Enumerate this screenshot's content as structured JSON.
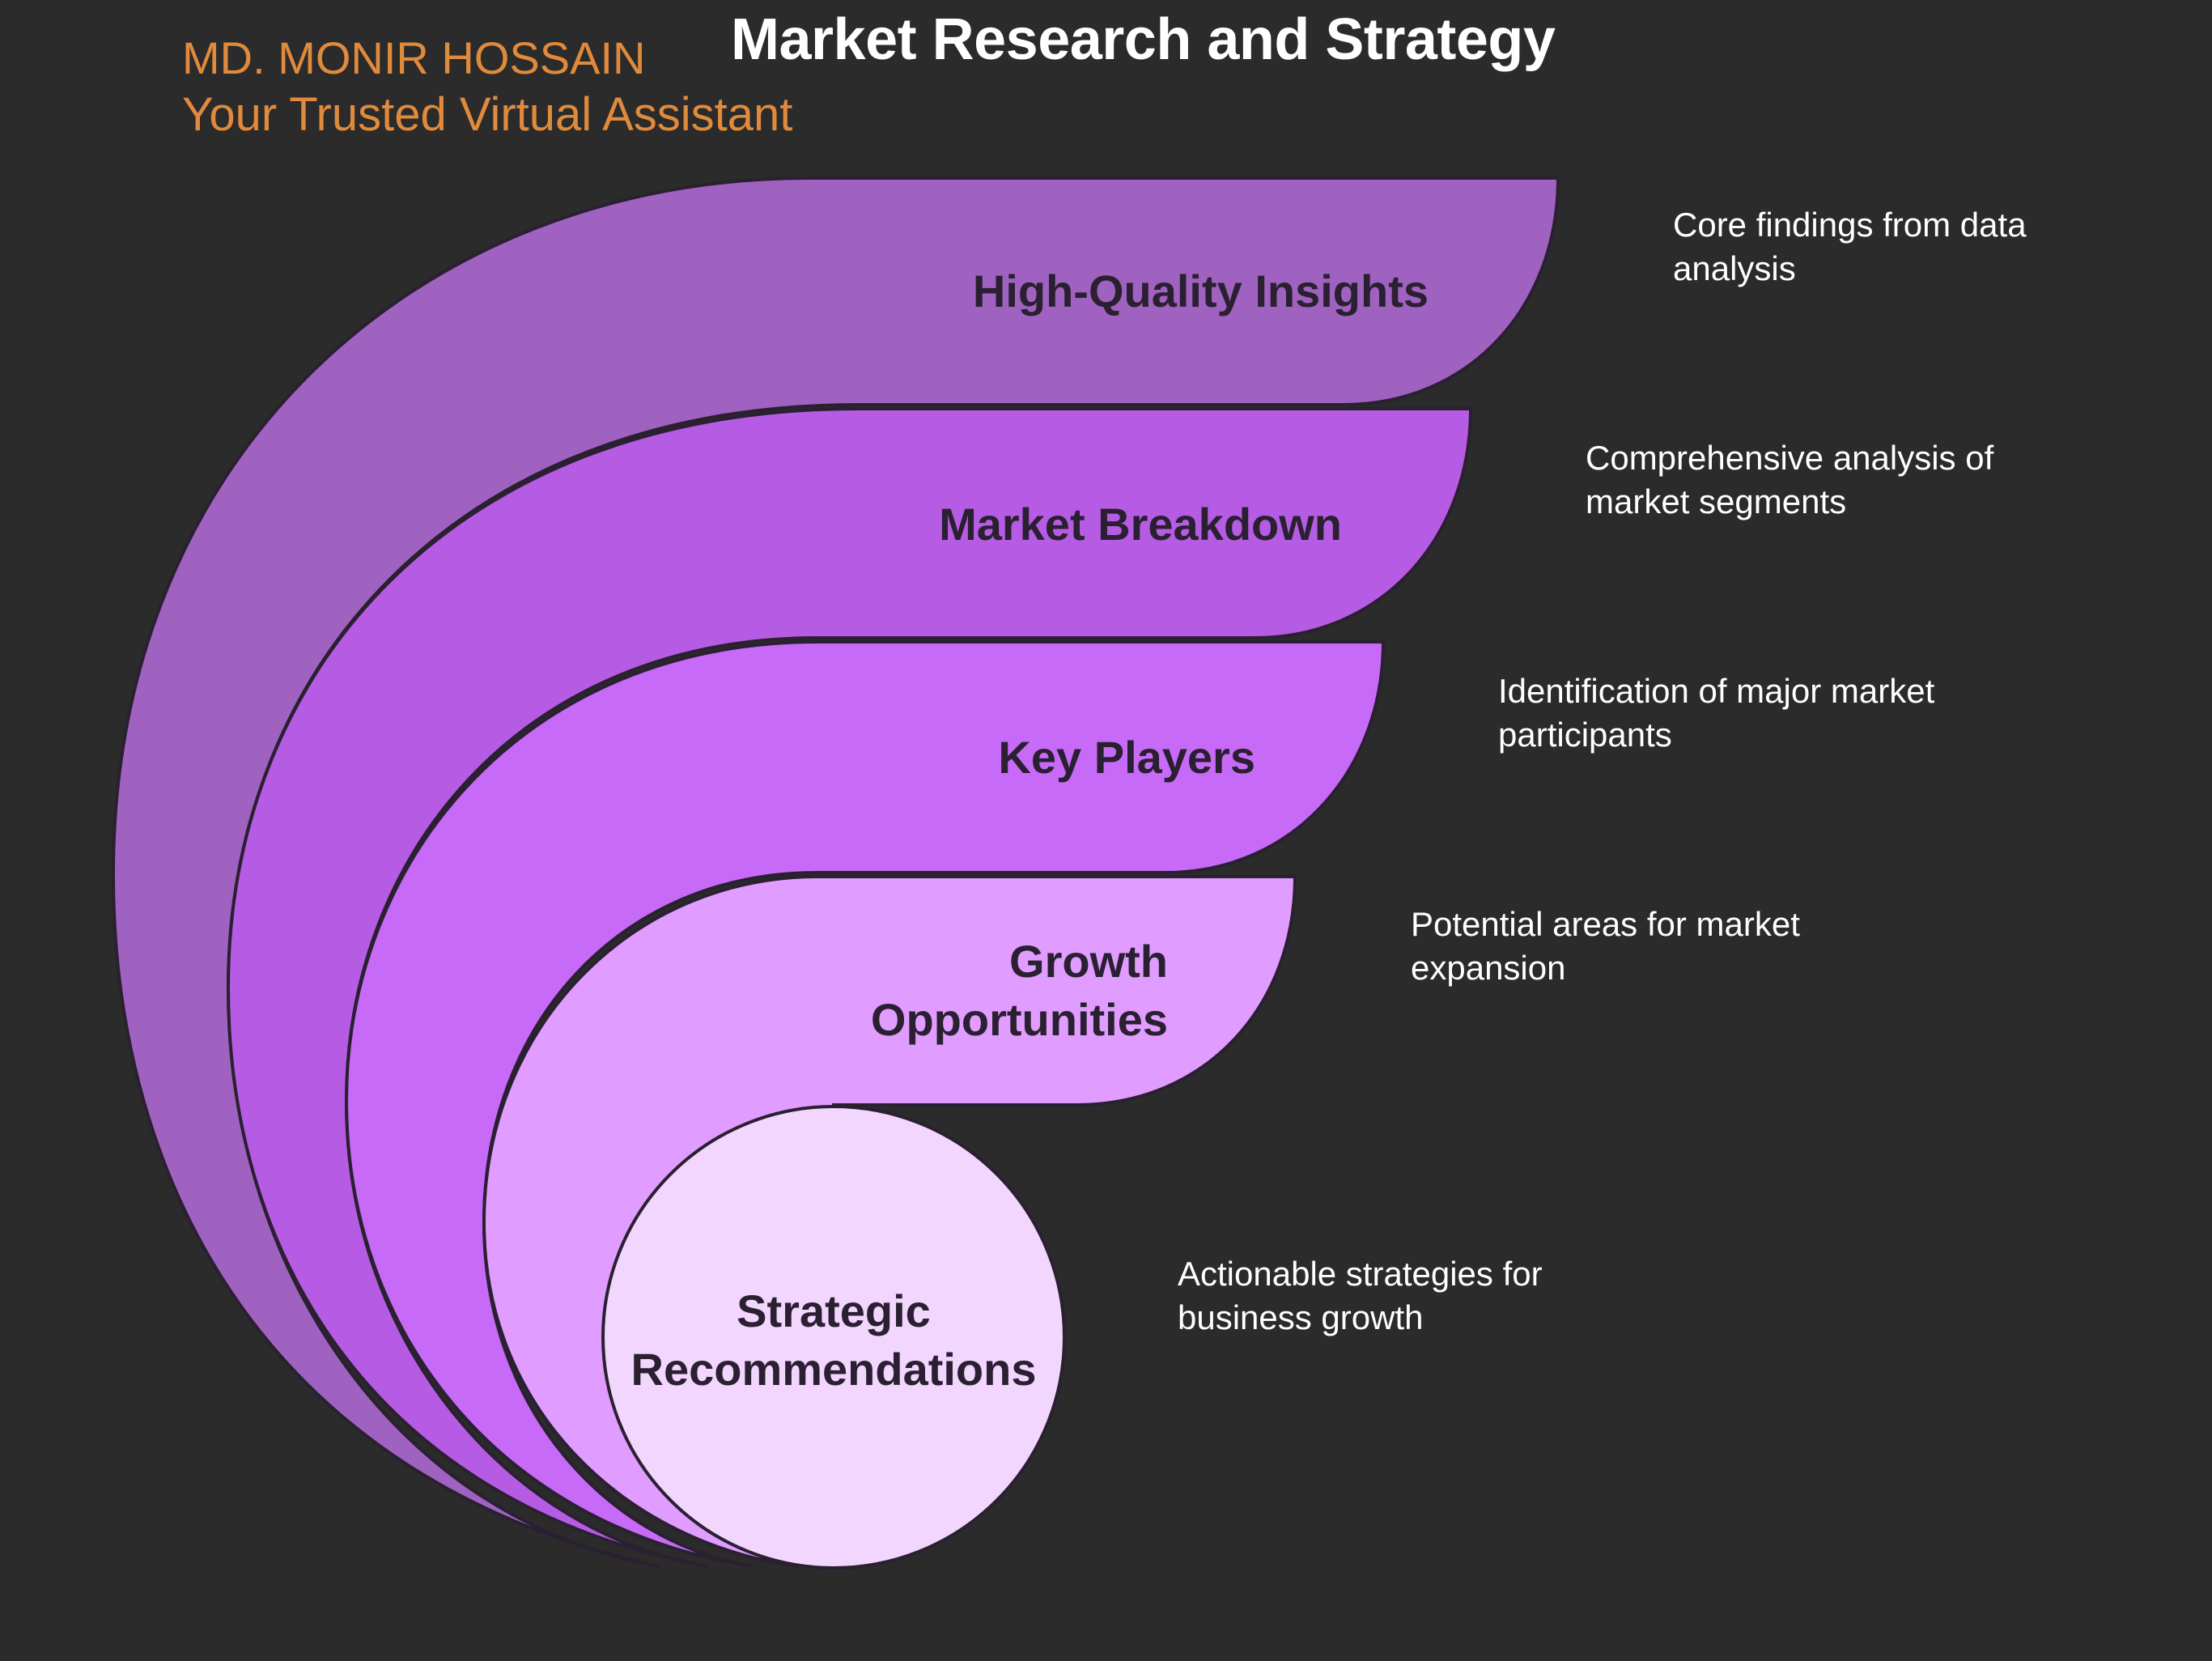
{
  "header": {
    "title": "Market Research and Strategy",
    "author_name": "MD. MONIR HOSSAIN",
    "author_tagline": "Your Trusted Virtual Assistant"
  },
  "colors": {
    "background": "#2b2b2b",
    "accent": "#e08a3c",
    "layer1": "#a062c0",
    "layer2": "#b65ce4",
    "layer3": "#c76af7",
    "layer4": "#e09cfe",
    "center": "#f2d6fe",
    "outline": "#2a2031"
  },
  "layers": [
    {
      "label": "High-Quality Insights",
      "description": "Core findings from data analysis"
    },
    {
      "label": "Market Breakdown",
      "description": "Comprehensive analysis of market segments"
    },
    {
      "label": "Key Players",
      "description": "Identification of major market participants"
    },
    {
      "label": "Growth Opportunities",
      "description": "Potential areas for market expansion"
    }
  ],
  "center": {
    "label": "Strategic Recommendations",
    "description": "Actionable strategies for business growth"
  }
}
